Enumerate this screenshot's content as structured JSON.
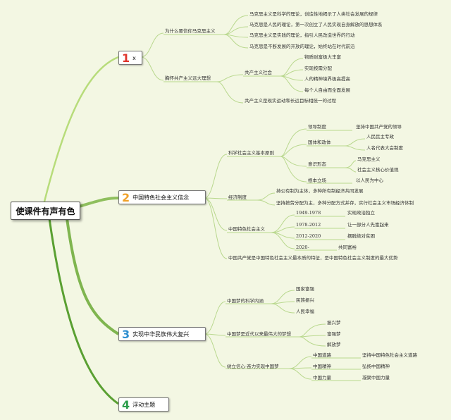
{
  "root": {
    "label": "使课件有声有色"
  },
  "branches": [
    {
      "number": "1",
      "label": "x",
      "number_color": "#e0342b",
      "children": [
        {
          "label": "为什么要信仰马克思主义",
          "items": [
            "马克思主义是科学的理论，创造性地揭示了人类社会发展的规律",
            "马克思是人民的理论，第一次创立了人民实现自身解放的思想体系",
            "马克思主义是实践的理论，指引人民改造世界的行动",
            "马克思是不断发展的开放的理论，始终站在时代前沿"
          ]
        },
        {
          "label": "胸怀共产主义远大理想",
          "sub_label": "共产主义社会",
          "sub_items": [
            "物质财富极大丰富",
            "实现按需分配",
            "人的精神境界极高提高",
            "每个人自由而全面发展"
          ],
          "extra": "共产主义是现实运动和长远目标相统一的过程"
        }
      ]
    },
    {
      "number": "2",
      "label": "中国特色社会主义信念",
      "number_color": "#f0a12a",
      "children": [
        {
          "label": "科学社会主义基本原则",
          "groups": [
            {
              "label": "领导制度",
              "items": [
                "坚持中国共产党的领导"
              ]
            },
            {
              "label": "国体和政体",
              "items": [
                "人民民主专政",
                "人名代表大会制度"
              ]
            },
            {
              "label": "意识形态",
              "items": [
                "马克思主义",
                "社会主义核心价值观"
              ]
            },
            {
              "label": "根本立场",
              "items": [
                "以人民为中心"
              ]
            }
          ]
        },
        {
          "label": "经济制度",
          "items": [
            "持公有制为主体，多种所有制经济共同发展",
            "坚持按劳分配为主，多种分配方式并存，实行社会主义市场经济体制"
          ]
        },
        {
          "label": "中国特色社会主义",
          "periods": [
            {
              "year": "1949-1978",
              "desc": "实现政治独立"
            },
            {
              "year": "1978-2012",
              "desc": "让一部分人先富起来"
            },
            {
              "year": "2012-2020",
              "desc": "摆脱绝对贫困"
            },
            {
              "year": "2020-",
              "desc": "共同富裕"
            }
          ]
        },
        {
          "label": "中国共产党是中国特色社会主义最本质的特征，是中国特色社会主义制度的最大优势"
        }
      ]
    },
    {
      "number": "3",
      "label": "实现中华民族伟大复兴",
      "number_color": "#2f8fd0",
      "children": [
        {
          "label": "中国梦的科学内涵",
          "items": [
            "国家富强",
            "民族振兴",
            "人民幸福"
          ]
        },
        {
          "label": "中国梦是近代以来最伟大的梦想",
          "items": [
            "振兴梦",
            "富强梦",
            "解放梦"
          ]
        },
        {
          "label": "树立信心·奋力实现中国梦",
          "groups": [
            {
              "label": "中国道路",
              "items": [
                "坚持中国特色社会主义道路"
              ]
            },
            {
              "label": "中国精神",
              "items": [
                "弘扬中国精神"
              ]
            },
            {
              "label": "中国力量",
              "items": [
                "凝聚中国力量"
              ]
            }
          ]
        }
      ]
    },
    {
      "number": "4",
      "label": "浮动主题",
      "number_color": "#2a9d4a",
      "children": []
    }
  ],
  "colors": {
    "branch1": "#b7dc7a",
    "branch2": "#8fbf5e",
    "branch3": "#7fb54f",
    "branch4": "#5aa032",
    "connector": "#b9d88e"
  }
}
